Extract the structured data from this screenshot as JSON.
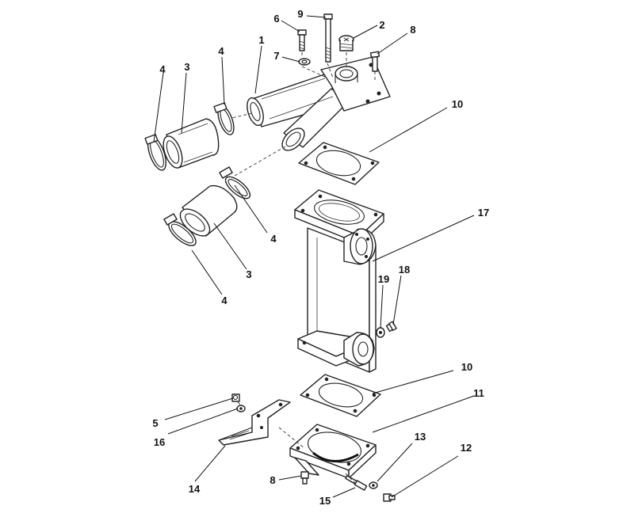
{
  "callouts": [
    {
      "id": "c9",
      "label": "9"
    },
    {
      "id": "c6",
      "label": "6"
    },
    {
      "id": "c2",
      "label": "2"
    },
    {
      "id": "c8a",
      "label": "8"
    },
    {
      "id": "c1",
      "label": "1"
    },
    {
      "id": "c7",
      "label": "7"
    },
    {
      "id": "c4a",
      "label": "4"
    },
    {
      "id": "c3a",
      "label": "3"
    },
    {
      "id": "c4b",
      "label": "4"
    },
    {
      "id": "c10a",
      "label": "10"
    },
    {
      "id": "c17",
      "label": "17"
    },
    {
      "id": "c4c",
      "label": "4"
    },
    {
      "id": "c3b",
      "label": "3"
    },
    {
      "id": "c4d",
      "label": "4"
    },
    {
      "id": "c19",
      "label": "19"
    },
    {
      "id": "c18",
      "label": "18"
    },
    {
      "id": "c10b",
      "label": "10"
    },
    {
      "id": "c11",
      "label": "11"
    },
    {
      "id": "c5",
      "label": "5"
    },
    {
      "id": "c16",
      "label": "16"
    },
    {
      "id": "c14",
      "label": "14"
    },
    {
      "id": "c13",
      "label": "13"
    },
    {
      "id": "c12",
      "label": "12"
    },
    {
      "id": "c8b",
      "label": "8"
    },
    {
      "id": "c15",
      "label": "15"
    }
  ]
}
